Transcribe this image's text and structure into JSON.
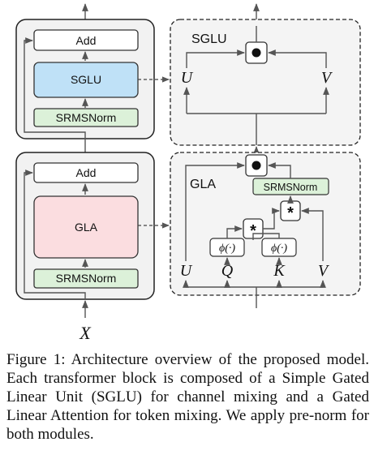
{
  "block_top": {
    "add": "Add",
    "mixer": "SGLU",
    "norm": "SRMSNorm"
  },
  "block_bottom": {
    "add": "Add",
    "mixer": "GLA",
    "norm": "SRMSNorm"
  },
  "input_label": "X",
  "sglu_detail": {
    "title": "SGLU",
    "u": "U",
    "v": "V"
  },
  "gla_detail": {
    "title": "GLA",
    "norm": "SRMSNorm",
    "u": "U",
    "q": "Q",
    "k": "K",
    "v": "V",
    "phi_q": "ϕ(·)",
    "phi_k": "ϕ(·)",
    "star_outer": "*",
    "star_inner": "*"
  },
  "caption": "Figure 1: Architecture overview of the proposed model. Each transformer block is composed of a Simple Gated Linear Unit (SGLU) for channel mixing and a Gated Linear Attention for token mixing. We apply pre-norm for both modules.",
  "colors": {
    "sglu_fill": "#bfe1f7",
    "gla_fill": "#fbdde0",
    "norm_fill": "#dcf1d9",
    "block_fill": "#f2f2f2",
    "detail_fill": "#f4f4f4"
  }
}
